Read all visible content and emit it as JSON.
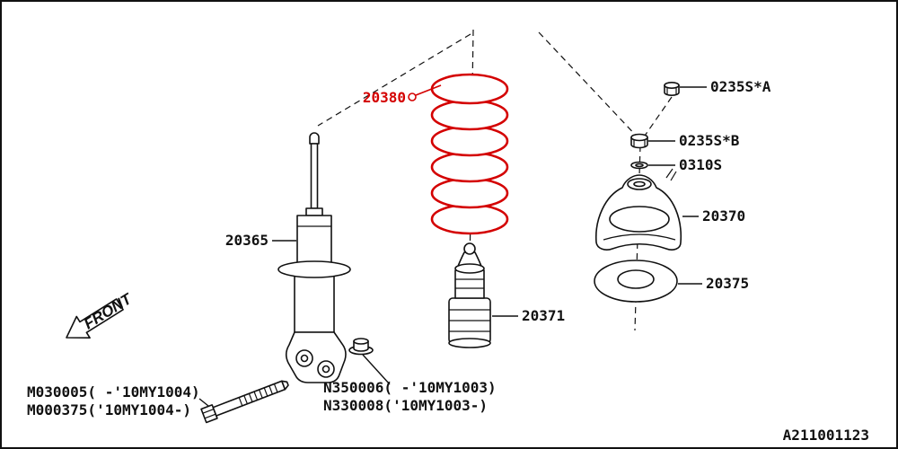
{
  "meta": {
    "drawing_code": "A211001123",
    "front_label": "FRONT"
  },
  "colors": {
    "highlight": "#d40000",
    "line": "#111111",
    "background": "#ffffff"
  },
  "parts": {
    "spring": {
      "label": "20380"
    },
    "shock": {
      "label": "20365"
    },
    "bump_stop": {
      "label": "20371"
    },
    "mount": {
      "label": "20370"
    },
    "spring_seat": {
      "label": "20375"
    },
    "nut_a": {
      "label": "0235S*A"
    },
    "nut_b": {
      "label": "0235S*B"
    },
    "washer": {
      "label": "0310S"
    },
    "bolt": {
      "label_line1": "M030005( -'10MY1004)",
      "label_line2": "M000375('10MY1004-)"
    },
    "flange_nut": {
      "label_line1": "N350006( -'10MY1003)",
      "label_line2": "N330008('10MY1003-)"
    }
  }
}
